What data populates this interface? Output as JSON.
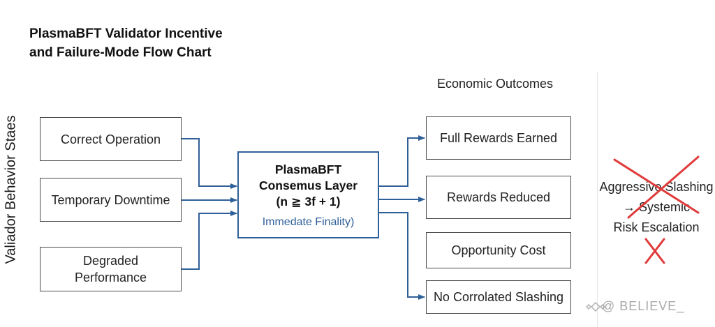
{
  "title": {
    "line1": "PlasmaBFT Validator Incentive",
    "line2": "and Failure-Mode Flow Chart"
  },
  "side_label": "Valiador Behavior Staes",
  "states": [
    {
      "label": "Correct Operation"
    },
    {
      "label": "Temporary Downtime"
    },
    {
      "label": "Degraded Performance"
    }
  ],
  "center": {
    "line1": "PlasmaBFT",
    "line2": "Consemus Layer",
    "line3": "(n ≧ 3f + 1)",
    "subtitle": "Immedate Finality)"
  },
  "outcomes_title": "Economic Outcomes",
  "outcomes": [
    {
      "label": "Full Rewards Earned"
    },
    {
      "label": "Rewards Reduced"
    },
    {
      "label": "Opportunity Cost"
    },
    {
      "label": "No Corrolated Slashing"
    }
  ],
  "warning": {
    "line1": "Aggressive Slashing",
    "line2": "→ Systemic",
    "line3": "Risk Escalation"
  },
  "watermark": "@ BELIEVE_",
  "colors": {
    "connector": "#2f5f98",
    "cross": "#e03a3a",
    "box_border": "#4a4a4a"
  },
  "icons": [
    "red-cross-icon",
    "red-x-icon",
    "watermark-logo-icon"
  ]
}
